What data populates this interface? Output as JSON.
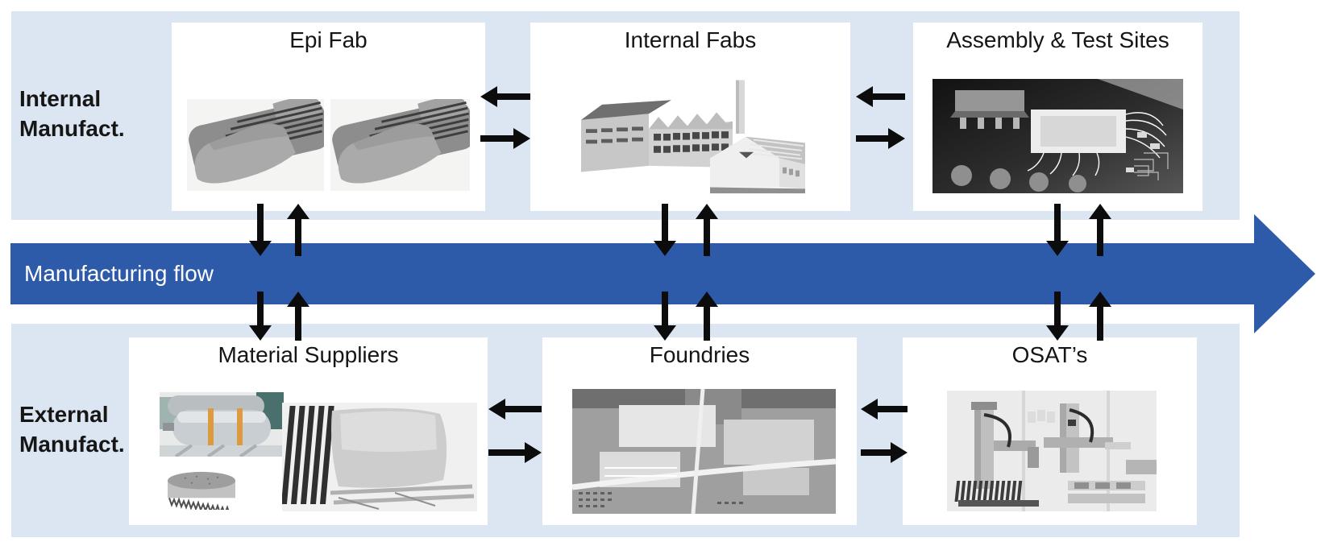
{
  "diagram": {
    "flow": {
      "label": "Manufacturing flow"
    },
    "rows": [
      {
        "id": "internal-manufacturing",
        "label_line1": "Internal",
        "label_line2": "Manufact.",
        "boxes": [
          {
            "title": "Epi Fab",
            "image": "silicon-wafer-stacks-photo"
          },
          {
            "title": "Internal Fabs",
            "image": "fab-buildings-illustration"
          },
          {
            "title": "Assembly & Test Sites",
            "image": "chip-on-circuit-board-photo"
          }
        ]
      },
      {
        "id": "external-manufacturing",
        "label_line1": "External",
        "label_line2": "Manufact.",
        "boxes": [
          {
            "title": "Material Suppliers",
            "image": "gas-tanks-ingot-wafer-carrier-photos"
          },
          {
            "title": "Foundries",
            "image": "fab-campus-aerial-photo"
          },
          {
            "title": "OSAT’s",
            "image": "assembly-equipment-photo"
          }
        ]
      }
    ],
    "colors": {
      "band_background": "#dce6f2",
      "flow_arrow": "#2e5ba9",
      "connector_arrow": "#0c0c0c",
      "box_background": "#ffffff",
      "text": "#161616",
      "flow_label_text": "#ffffff"
    }
  }
}
